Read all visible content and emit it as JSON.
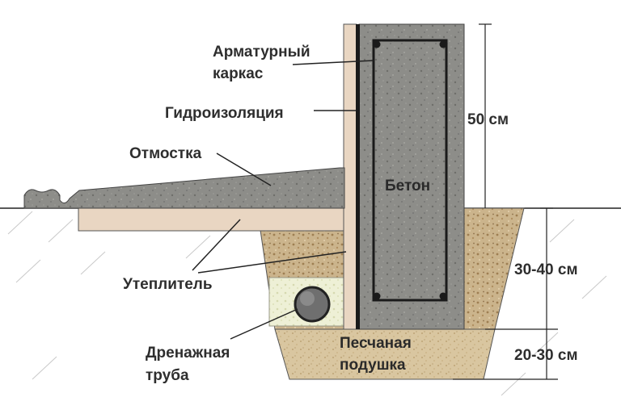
{
  "labels": {
    "rebar": [
      "Арматурный",
      "каркас"
    ],
    "waterproofing": "Гидроизоляция",
    "blind_area": "Отмостка",
    "insulation": "Утеплитель",
    "drain_pipe": [
      "Дренажная",
      "труба"
    ],
    "concrete": "Бетон",
    "sand_cushion": [
      "Песчаная",
      "подушка"
    ]
  },
  "dimensions": {
    "above_ground": "50 см",
    "gravel_layer": "30-40 см",
    "sand_layer": "20-30 см"
  },
  "colors": {
    "concrete": "#8a8a86",
    "insulation": "#e9d6c2",
    "gravel": "#cdb792",
    "sand": "#dccaa3",
    "drain_fill": "#f0f2d8",
    "pipe": "#777777",
    "line": "#222222"
  }
}
